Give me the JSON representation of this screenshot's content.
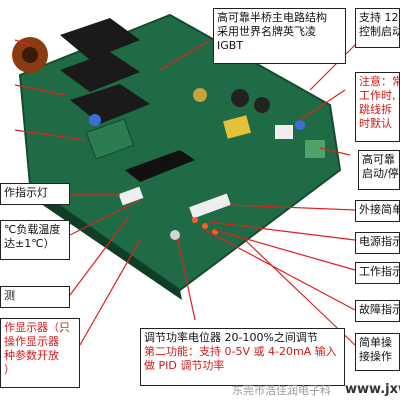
{
  "callouts": {
    "igbt": {
      "lines": [
        "高可靠半桥主电路结构",
        "采用世界名牌英飞凌",
        "IGBT"
      ]
    },
    "support": {
      "lines": [
        "支持 12",
        "控制启动"
      ]
    },
    "note": {
      "lines": [
        "注意：常",
        "工作时,",
        "跳线拆",
        "时默认"
      ]
    },
    "reliable": {
      "lines": [
        "高可靠",
        "启动/停"
      ]
    },
    "work_led_left": {
      "lines": [
        "作指示灯"
      ]
    },
    "temp": {
      "lines": [
        "℃负载温度",
        "达±1℃）"
      ]
    },
    "external": {
      "lines": [
        "外接简单"
      ]
    },
    "power_led": {
      "lines": [
        "电源指示"
      ]
    },
    "work_led_right": {
      "lines": [
        "工作指示"
      ]
    },
    "detect": {
      "lines": [
        "测"
      ]
    },
    "fault_led": {
      "lines": [
        "故障指示"
      ]
    },
    "display": {
      "lines": [
        "作显示器（只",
        "操作显示器",
        "种参数开放",
        "）"
      ]
    },
    "potentiometer": {
      "lines": [
        "调节功率电位器 20-100%之间调节",
        "第二功能：支持 0-5V 或 4-20mA 输入",
        "做 PID 调节功率"
      ]
    },
    "simple_op": {
      "lines": [
        "简单操",
        "接操作"
      ]
    }
  },
  "watermark": {
    "left": "东莞市浩佳润电子科",
    "right": "www.jxw"
  },
  "colors": {
    "board": "#1f6b45",
    "accent_red": "#d41919",
    "line": "#e02020"
  }
}
